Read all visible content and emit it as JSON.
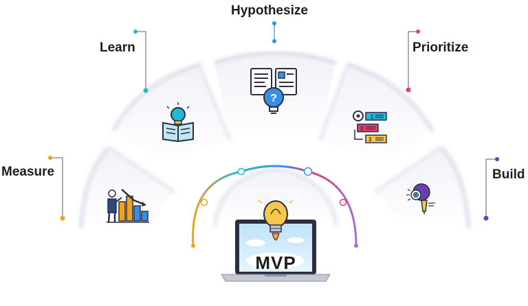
{
  "stages": [
    {
      "label": "Hypothesize",
      "color": "#3b8fe3",
      "icon": "hypothesis-book-question-icon"
    },
    {
      "label": "Learn",
      "color": "#27b7d8",
      "icon": "learn-book-lightbulb-icon"
    },
    {
      "label": "Prioritize",
      "color": "#e53d73",
      "icon": "prioritize-ranked-list-icon"
    },
    {
      "label": "Measure",
      "color": "#f4a11e",
      "icon": "measure-analyst-chart-icon"
    },
    {
      "label": "Build",
      "color": "#6a3fb0",
      "icon": "build-pen-tool-icon"
    }
  ],
  "center": {
    "label": "MVP",
    "icon": "laptop-lightbulb-rocket-icon"
  },
  "colors": {
    "text": "#1d1d1f",
    "arc_gradient": [
      "#f4a11e",
      "#27b7d8",
      "#3b8fe3",
      "#e53d73",
      "#a06fd8"
    ]
  }
}
